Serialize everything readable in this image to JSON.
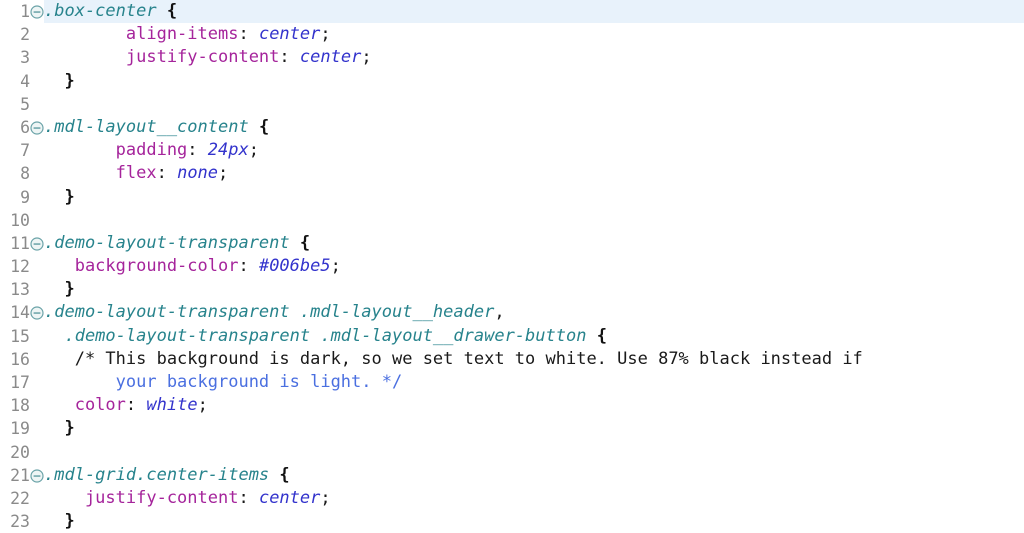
{
  "editor": {
    "name": "css-source-view",
    "language": "CSS",
    "current_line": 1,
    "total_lines": 23,
    "colors": {
      "background": "#ffffff",
      "current_line_highlight": "#e8f2fb",
      "gutter_text": "#8a8a8a",
      "selector": "#27838c",
      "property": "#a5249b",
      "value": "#3333cc",
      "comment": "#4a6fe0",
      "plain_text": "#1a1a1a",
      "fold_icon": "#6ba3a8"
    },
    "fold_icon_name": "collapse-minus-circle-icon",
    "lines": [
      {
        "number": "1",
        "fold": true,
        "current": true,
        "tokens": [
          {
            "text": ".box-center ",
            "type": "selector"
          },
          {
            "text": "{",
            "type": "brace"
          }
        ]
      },
      {
        "number": "2",
        "fold": false,
        "current": false,
        "tokens": [
          {
            "text": "        align-items",
            "type": "prop"
          },
          {
            "text": ": ",
            "type": "punct"
          },
          {
            "text": "center",
            "type": "value"
          },
          {
            "text": ";",
            "type": "punct"
          }
        ]
      },
      {
        "number": "3",
        "fold": false,
        "current": false,
        "tokens": [
          {
            "text": "        justify-content",
            "type": "prop"
          },
          {
            "text": ": ",
            "type": "punct"
          },
          {
            "text": "center",
            "type": "value"
          },
          {
            "text": ";",
            "type": "punct"
          }
        ]
      },
      {
        "number": "4",
        "fold": false,
        "current": false,
        "tokens": [
          {
            "text": "  }",
            "type": "brace"
          }
        ]
      },
      {
        "number": "5",
        "fold": false,
        "current": false,
        "tokens": []
      },
      {
        "number": "6",
        "fold": true,
        "current": false,
        "tokens": [
          {
            "text": ".mdl-layout__content ",
            "type": "selector"
          },
          {
            "text": "{",
            "type": "brace"
          }
        ]
      },
      {
        "number": "7",
        "fold": false,
        "current": false,
        "tokens": [
          {
            "text": "       padding",
            "type": "prop"
          },
          {
            "text": ": ",
            "type": "punct"
          },
          {
            "text": "24px",
            "type": "value"
          },
          {
            "text": ";",
            "type": "punct"
          }
        ]
      },
      {
        "number": "8",
        "fold": false,
        "current": false,
        "tokens": [
          {
            "text": "       flex",
            "type": "prop"
          },
          {
            "text": ": ",
            "type": "punct"
          },
          {
            "text": "none",
            "type": "value"
          },
          {
            "text": ";",
            "type": "punct"
          }
        ]
      },
      {
        "number": "9",
        "fold": false,
        "current": false,
        "tokens": [
          {
            "text": "  }",
            "type": "brace"
          }
        ]
      },
      {
        "number": "10",
        "fold": false,
        "current": false,
        "tokens": []
      },
      {
        "number": "11",
        "fold": true,
        "current": false,
        "tokens": [
          {
            "text": ".demo-layout-transparent ",
            "type": "selector"
          },
          {
            "text": "{",
            "type": "brace"
          }
        ]
      },
      {
        "number": "12",
        "fold": false,
        "current": false,
        "tokens": [
          {
            "text": "   background-color",
            "type": "prop"
          },
          {
            "text": ": ",
            "type": "punct"
          },
          {
            "text": "#006be5",
            "type": "value"
          },
          {
            "text": ";",
            "type": "punct"
          }
        ]
      },
      {
        "number": "13",
        "fold": false,
        "current": false,
        "tokens": [
          {
            "text": "  }",
            "type": "brace"
          }
        ]
      },
      {
        "number": "14",
        "fold": true,
        "current": false,
        "tokens": [
          {
            "text": ".demo-layout-transparent .mdl-layout__header",
            "type": "selector"
          },
          {
            "text": ",",
            "type": "punct"
          }
        ]
      },
      {
        "number": "15",
        "fold": false,
        "current": false,
        "tokens": [
          {
            "text": "  .demo-layout-transparent .mdl-layout__drawer-button ",
            "type": "selector"
          },
          {
            "text": "{",
            "type": "brace"
          }
        ]
      },
      {
        "number": "16",
        "fold": false,
        "current": false,
        "tokens": [
          {
            "text": "   /* This background is dark, so we set text to white. Use 87% black instead if",
            "type": "comment-plain"
          }
        ]
      },
      {
        "number": "17",
        "fold": false,
        "current": false,
        "tokens": [
          {
            "text": "       your background is light. */",
            "type": "comment"
          }
        ]
      },
      {
        "number": "18",
        "fold": false,
        "current": false,
        "tokens": [
          {
            "text": "   color",
            "type": "prop"
          },
          {
            "text": ": ",
            "type": "punct"
          },
          {
            "text": "white",
            "type": "value"
          },
          {
            "text": ";",
            "type": "punct"
          }
        ]
      },
      {
        "number": "19",
        "fold": false,
        "current": false,
        "tokens": [
          {
            "text": "  }",
            "type": "brace"
          }
        ]
      },
      {
        "number": "20",
        "fold": false,
        "current": false,
        "tokens": []
      },
      {
        "number": "21",
        "fold": true,
        "current": false,
        "tokens": [
          {
            "text": ".mdl-grid.center-items ",
            "type": "selector"
          },
          {
            "text": "{",
            "type": "brace"
          }
        ]
      },
      {
        "number": "22",
        "fold": false,
        "current": false,
        "tokens": [
          {
            "text": "    justify-content",
            "type": "prop"
          },
          {
            "text": ": ",
            "type": "punct"
          },
          {
            "text": "center",
            "type": "value"
          },
          {
            "text": ";",
            "type": "punct"
          }
        ]
      },
      {
        "number": "23",
        "fold": false,
        "current": false,
        "tokens": [
          {
            "text": "  }",
            "type": "brace"
          }
        ]
      }
    ]
  }
}
